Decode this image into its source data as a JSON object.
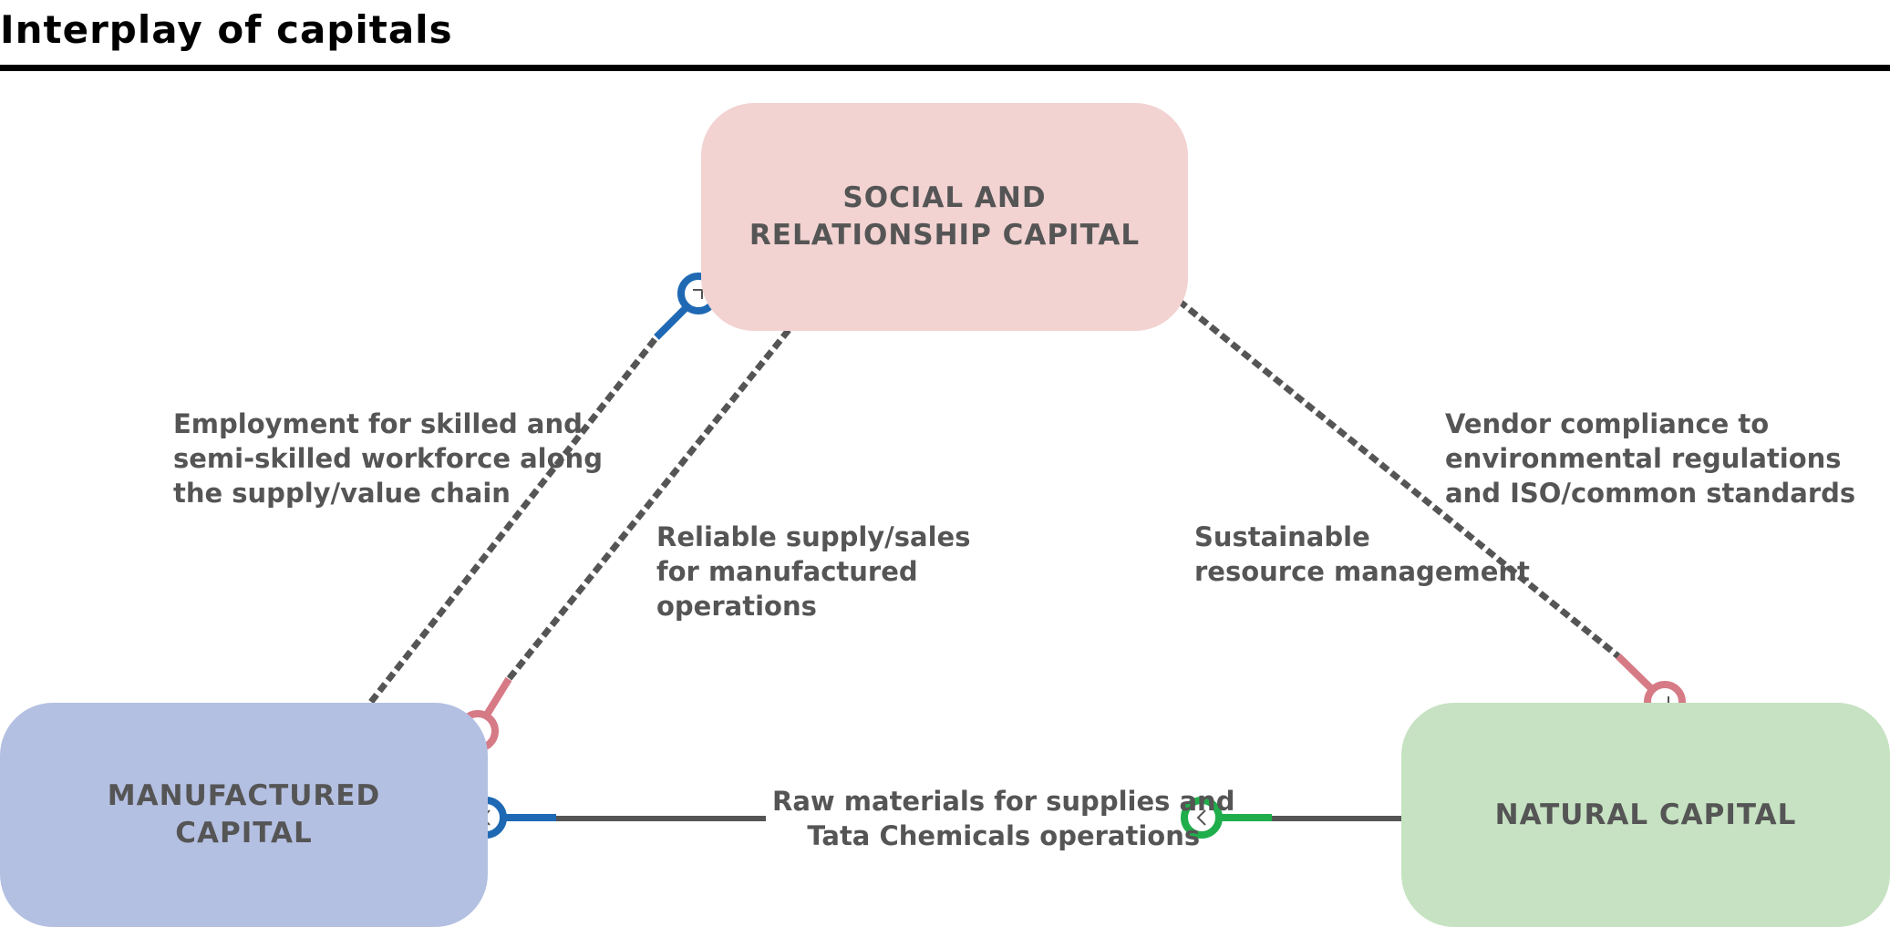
{
  "title": "Interplay of capitals",
  "nodes": {
    "social": {
      "line1": "SOCIAL AND",
      "line2": "RELATIONSHIP CAPITAL"
    },
    "manufactured": {
      "line1": "MANUFACTURED",
      "line2": "CAPITAL"
    },
    "natural": {
      "line1": "NATURAL CAPITAL"
    }
  },
  "edge_labels": {
    "employment": [
      "Employment for skilled and",
      "semi-skilled workforce along",
      "the supply/value chain"
    ],
    "reliable": [
      "Reliable supply/sales",
      "for manufactured",
      "operations"
    ],
    "renewable": [
      "Sustainable",
      "resource management"
    ],
    "vendor": [
      "Vendor compliance to",
      "environmental regulations",
      "and ISO/common standards"
    ],
    "raw": [
      "Raw materials for supplies and",
      "Tata Chemicals operations"
    ]
  },
  "colors": {
    "line": "#555555",
    "blue": "#1f69b4",
    "pink": "#d67a86",
    "green": "#1fae4b",
    "social_fill": "#f2d3d2",
    "manufactured_fill": "#b4c0e2",
    "natural_fill": "#c6e2c2"
  },
  "icons": [
    "arrow-icon",
    "clock-icon"
  ]
}
